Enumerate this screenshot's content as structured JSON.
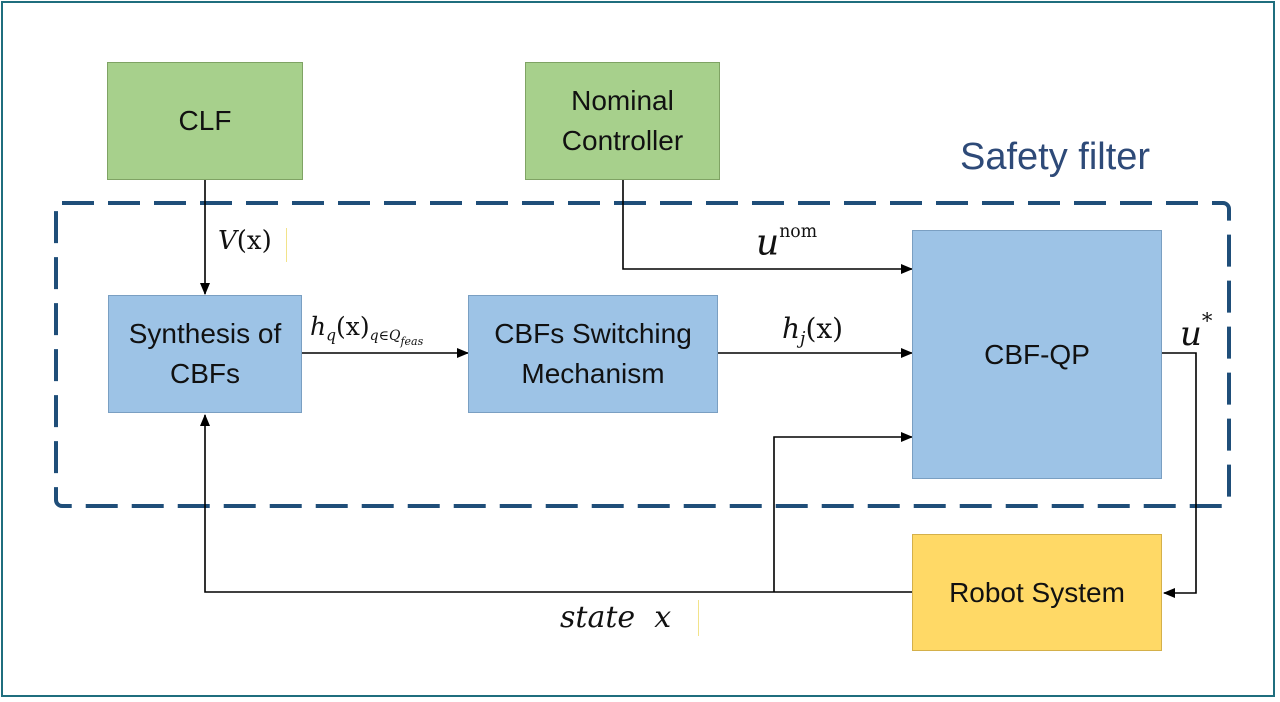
{
  "title": "Safety filter",
  "blocks": {
    "clf": "CLF",
    "nominal_controller": [
      "Nominal",
      "Controller"
    ],
    "synthesis": [
      "Synthesis of",
      "CBFs"
    ],
    "switching": [
      "CBFs Switching",
      "Mechanism"
    ],
    "cbf_qp": "CBF-QP",
    "robot": "Robot System"
  },
  "signals": {
    "v": {
      "fn": "V",
      "arg": "(x)"
    },
    "u_nom": {
      "base": "u",
      "sup": "nom"
    },
    "hq": {
      "base": "h",
      "sub": "q",
      "arg": "(x)",
      "index": "q∈Q",
      "index_sub": "feas"
    },
    "hj": {
      "base": "h",
      "sub": "j",
      "arg": "(x)"
    },
    "u_star": {
      "base": "u",
      "sup": "*"
    },
    "state": {
      "word": "state",
      "var": "x"
    }
  },
  "colors": {
    "border": "#1f6e7e",
    "dashed_box": "#1f4e79",
    "title": "#2e4a78",
    "green": "#a7d08c",
    "blue": "#9dc3e6",
    "yellow": "#ffd966"
  }
}
